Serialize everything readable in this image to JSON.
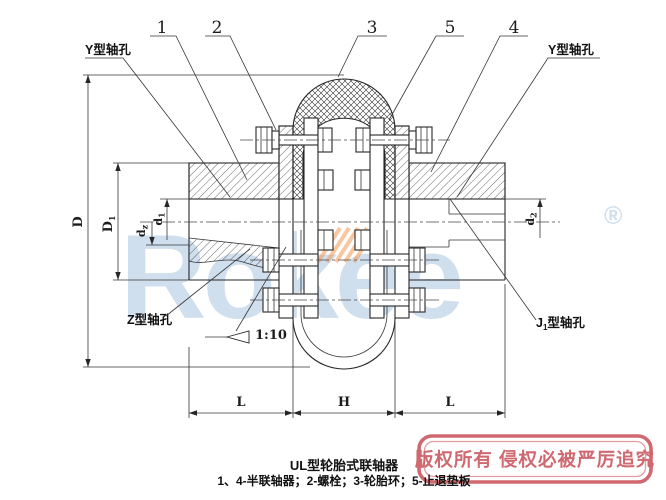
{
  "callouts": {
    "c1": "1",
    "c2": "2",
    "c3": "3",
    "c5": "5",
    "c4": "4"
  },
  "labels": {
    "shaft_hole_y_left": "Y型轴孔",
    "shaft_hole_y_right": "Y型轴孔",
    "shaft_hole_z": "Z型轴孔",
    "shaft_hole_j1_base": "J",
    "shaft_hole_j1_sub": "1",
    "shaft_hole_j1_rest": "型轴孔",
    "taper_ratio": "1:10"
  },
  "dimensions": {
    "outer_diameter": "D",
    "flange_diameter_base": "D",
    "flange_diameter_sub": "1",
    "bore1_base": "d",
    "bore1_sub": "1",
    "borez_base": "d",
    "borez_sub": "z",
    "bore2_base": "d",
    "bore2_sub": "2",
    "hub_length_left": "L",
    "middle_width": "H",
    "hub_length_right": "L"
  },
  "watermark": {
    "brand": "Rokee",
    "registered": "®"
  },
  "stamp": {
    "line": "版权所有 侵权必被严厉追究"
  },
  "caption": {
    "title": "UL型轮胎式联轴器",
    "parts_list": "1、4-半联轴器；2-螺栓；3-轮胎环；5-止退垫板"
  },
  "colors": {
    "line": "#262626",
    "stamp_red": "#c9545c",
    "watermark_blue": "#c3d7ea",
    "watermark_orange": "#f59a52"
  }
}
